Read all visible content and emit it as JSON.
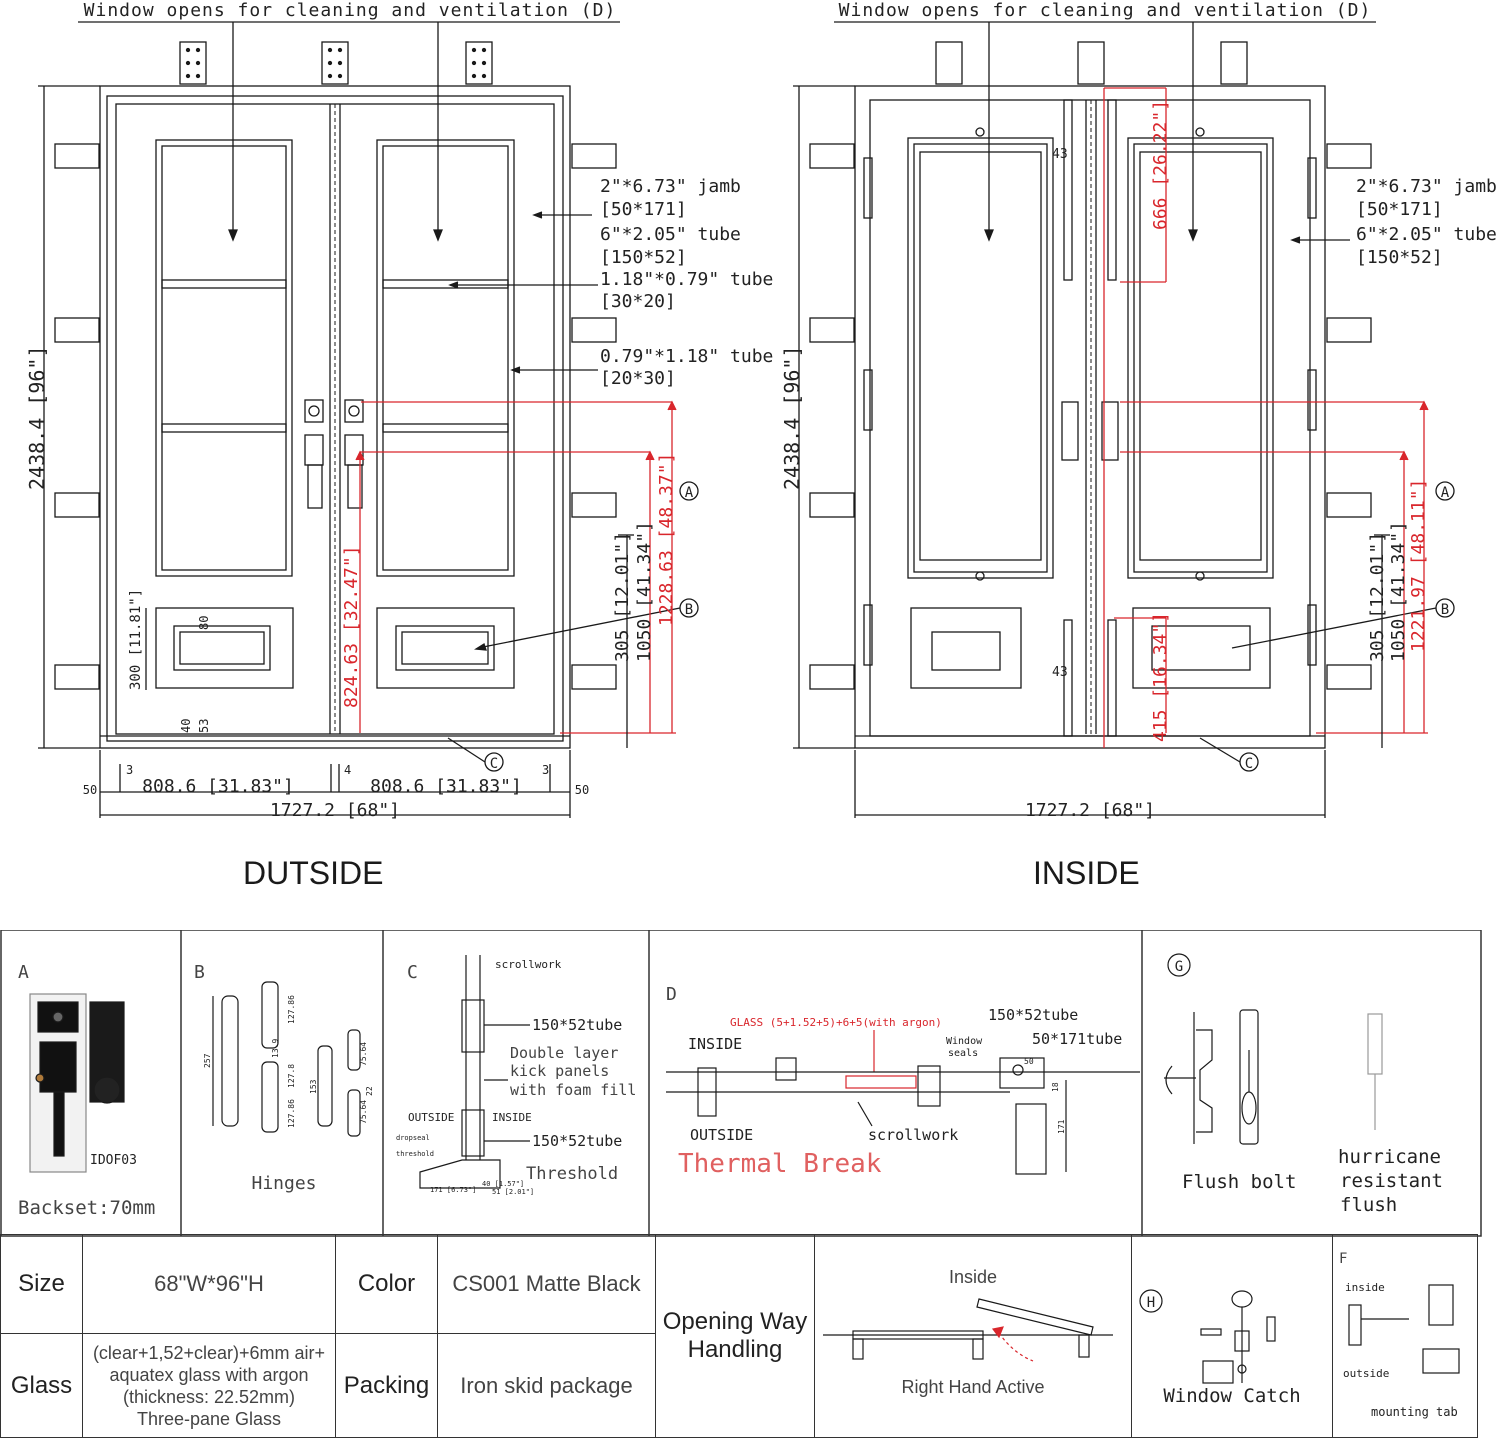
{
  "outside": {
    "title": "DUTSIDE",
    "window_label": "Window opens for cleaning and ventilation (D)",
    "height_label": "2438.4 [96\"]",
    "width_label": "1727.2 [68\"]",
    "leaf_width_label": "808.6 [31.83\"]",
    "gap_50": "50",
    "gap_3": "3",
    "gap_4": "4",
    "jamb_label": "2\"*6.73\" jamb",
    "jamb_mm": "[50*171]",
    "tube1_label": "6\"*2.05\" tube",
    "tube1_mm": "[150*52]",
    "tube2_label": "1.18\"*0.79\" tube",
    "tube2_mm": "[30*20]",
    "tube3_label": "0.79\"*1.18\" tube",
    "tube3_mm": "[20*30]",
    "handle_height": "824.63 [32.47\"]",
    "kick_height": "300 [11.81\"]",
    "kick_inner": "80",
    "sill_40": "40",
    "sill_53": "53",
    "dim_305": "305 [12.01\"]",
    "dim_1050": "1050 [41.34\"]",
    "dim_1228": "1228.63 [48.37\"]",
    "mark_a": "A",
    "mark_b": "B",
    "mark_c": "C"
  },
  "inside": {
    "title": "INSIDE",
    "window_label": "Window opens for cleaning and ventilation (D)",
    "height_label": "2438.4 [96\"]",
    "width_label": "1727.2 [68\"]",
    "jamb_label": "2\"*6.73\" jamb",
    "jamb_mm": "[50*171]",
    "tube1_label": "6\"*2.05\" tube",
    "tube1_mm": "[150*52]",
    "dim_666": "666 [26.22\"]",
    "dim_415": "415 [16.34\"]",
    "dim_43a": "43",
    "dim_43b": "43",
    "dim_305": "305 [12.01\"]",
    "dim_1050": "1050 [41.34\"]",
    "dim_1221": "1221.97 [48.11\"]",
    "mark_a": "A",
    "mark_b": "B",
    "mark_c": "C"
  },
  "details": {
    "a_letter": "A",
    "a_model": "IDOF03",
    "a_caption": "Backset:70mm",
    "b_letter": "B",
    "b_caption": "Hinges",
    "b_dims": [
      "257",
      "127.86",
      "13.9",
      "127.8",
      "127.86",
      "153",
      "75.64",
      "75.64",
      "22"
    ],
    "c_letter": "C",
    "c_scrollwork": "scrollwork",
    "c_tube_top": "150*52tube",
    "c_panel_1": "Double layer",
    "c_panel_2": "kick panels",
    "c_panel_3": "with foam fill",
    "c_outside": "OUTSIDE",
    "c_inside": "INSIDE",
    "c_tube_bottom": "150*52tube",
    "c_dropseal": "dropseal",
    "c_threshold_small": "threshold",
    "c_caption": "Threshold",
    "c_dim_171": "171 [6.73\"]",
    "c_dim_40": "40 [1.57\"]",
    "c_dim_51": "51 [2.01\"]",
    "d_letter": "D",
    "d_glass": "GLASS (5+1.52+5)+6+5(with argon)",
    "d_tube_150": "150*52tube",
    "d_tube_50": "50*171tube",
    "d_inside": "INSIDE",
    "d_window_seals_1": "Window",
    "d_window_seals_2": "seals",
    "d_outside": "OUTSIDE",
    "d_scrollwork": "scrollwork",
    "d_caption": "Thermal Break",
    "d_dim_50": "50",
    "d_dim_18": "18",
    "d_dim_171": "171",
    "g_letter": "G",
    "g_caption": "Flush bolt",
    "g_caption_2_1": "hurricane",
    "g_caption_2_2": "resistant",
    "g_caption_2_3": "flush"
  },
  "table": {
    "size_label": "Size",
    "size_value": "68\"W*96\"H",
    "color_label": "Color",
    "color_value": "CS001 Matte Black",
    "glass_label": "Glass",
    "glass_value_1": "(clear+1,52+clear)+6mm air+",
    "glass_value_2": "aquatex glass with argon",
    "glass_value_3": "(thickness: 22.52mm)",
    "glass_value_4": "Three-pane Glass",
    "packing_label": "Packing",
    "packing_value": "Iron skid package",
    "opening_label_1": "Opening Way",
    "opening_label_2": "Handling",
    "opening_inside": "Inside",
    "opening_right": "Right Hand Active",
    "h_letter": "H",
    "h_caption": "Window Catch",
    "f_letter": "F",
    "f_inside": "inside",
    "f_outside": "outside",
    "f_mounting": "mounting tab"
  },
  "colors": {
    "line": "#1a1a1a",
    "red_dimension": "#d9262c",
    "thermal_break_text": "#e06060"
  }
}
